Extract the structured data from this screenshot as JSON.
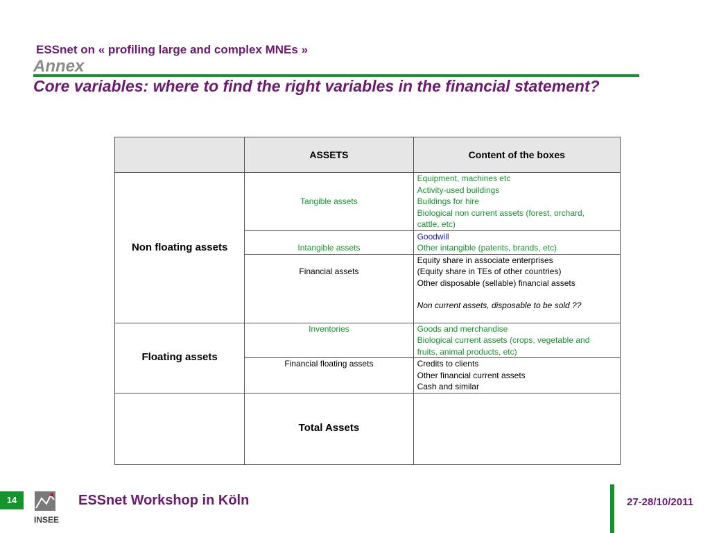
{
  "header": {
    "project": "ESSnet on « profiling large and complex MNEs »",
    "section": "Annex",
    "title": "Core variables: where to find the right variables in the financial statement?"
  },
  "table": {
    "headers": [
      "",
      "ASSETS",
      "Content of the boxes"
    ],
    "non_floating": {
      "label": "Non floating assets",
      "tangible": {
        "label": "Tangible assets",
        "content": [
          "Equipment, machines etc",
          "Activity-used buildings",
          "Buildings for hire",
          "Biological non current assets (forest, orchard,",
          "cattle, etc)"
        ]
      },
      "intangible": {
        "label": "Intangible assets",
        "goodwill": "Goodwill",
        "other": "Other intangible (patents, brands, etc)"
      },
      "financial": {
        "label": "Financial assets",
        "content": [
          "Equity share in associate enterprises",
          "(Equity share in TEs of other countries)",
          "Other disposable (sellable) financial assets"
        ],
        "note": "Non current assets, disposable to be sold ??"
      }
    },
    "floating": {
      "label": "Floating assets",
      "inventories": {
        "label": "Inventories",
        "content": [
          "Goods and merchandise",
          "Biological current assets (crops, vegetable and",
          "fruits, animal products, etc)"
        ]
      },
      "financial_floating": {
        "label": "Financial floating assets",
        "content": [
          "Credits to clients",
          "Other financial current assets",
          "Cash and similar"
        ]
      }
    },
    "total": {
      "label": "Total Assets"
    }
  },
  "footer": {
    "page_number": "14",
    "logo_text": "INSEE",
    "workshop": "ESSnet Workshop in Köln",
    "date": "27-28/10/2011"
  },
  "colors": {
    "purple": "#6b1a6f",
    "green": "#14952b",
    "blue": "#1e1ea8",
    "grey_title": "#8a8a8a",
    "header_fill": "#e6e6e6"
  }
}
